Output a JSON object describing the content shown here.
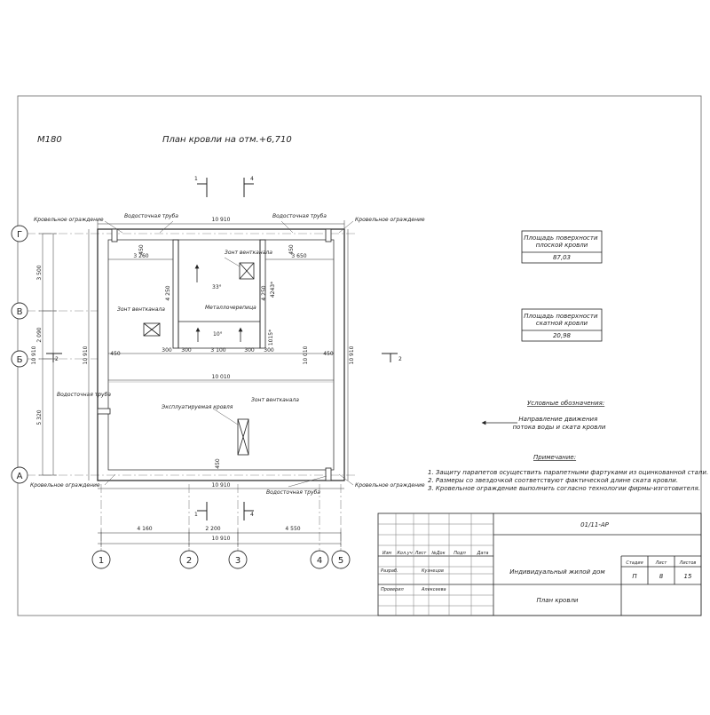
{
  "sheet": {
    "scale": "М180",
    "title": "План кровли на отм.+6,710"
  },
  "section_marks": {
    "left": "1",
    "right": "4"
  },
  "axes": {
    "rows": [
      "Г",
      "В",
      "Б",
      "А"
    ],
    "cols": [
      "1",
      "2",
      "3",
      "4",
      "5"
    ]
  },
  "section_side": "2",
  "dims": {
    "top_total": "10 910",
    "top_left": "3 260",
    "top_right": "3 650",
    "d450_a": "450",
    "d450_b": "450",
    "h4250_l": "4 250",
    "h4250_r": "4 250",
    "h4243": "4243*",
    "h1015": "1015*",
    "inner_300a": "300",
    "inner_300b": "300",
    "inner_3100": "3 100",
    "inner_300c": "300",
    "inner_300d": "300",
    "mid_10010": "10 010",
    "inner_10010_v": "10 010",
    "left_10910": "10 910",
    "left_450": "450",
    "right_450": "450",
    "right_10910": "10 910",
    "bottom_450": "450",
    "bottom_total_inner": "10 910",
    "side_3500": "3 500",
    "side_2090": "2 090",
    "side_10910": "10 910",
    "side_5320": "5 320",
    "bot_4160": "4 160",
    "bot_2200": "2 200",
    "bot_4550": "4 550",
    "bot_10910": "10 910"
  },
  "labels": {
    "guard_tl": "Кровельное ограждение",
    "drain_tl": "Водосточная труба",
    "drain_tr": "Водосточная труба",
    "guard_tr": "Кровельное ограждение",
    "vent_umbrella_top": "Зонт вентканала",
    "vent_umbrella_left": "Зонт вентканала",
    "slope_33": "33°",
    "metal_tile": "Металлочерепица",
    "slope_10": "10°",
    "drain_left": "Водосточная труба",
    "exploited_roof": "Эксплуатируемая кровля",
    "vent_umbrella_mid": "Зонт вентканала",
    "guard_bl": "Кровельное ограждение",
    "drain_br": "Водосточная труба",
    "guard_br": "Кровельное ограждение"
  },
  "area_flat": {
    "label": "Площадь поверхности плоской кровли",
    "value": "87,03"
  },
  "area_pitched": {
    "label": "Площадь поверхности скатной кровли",
    "value": "20,98"
  },
  "legend": {
    "title": "Условные обозначения:",
    "item": "Направление движения потока воды и ската кровли"
  },
  "notes": {
    "title": "Примечание:",
    "items": [
      "1. Защиту парапетов осуществить парапетными фартуками из оцинкованной стали.",
      "2. Размеры со звездочкой соответствуют фактической длине ската кровли.",
      "3. Кровельное ограждение выполнить согласно технологии фирмы-изготовителя."
    ]
  },
  "titleblock": {
    "code": "01/11-АР",
    "headers": [
      "Изм",
      "Кол.уч",
      "Лист",
      "№Док",
      "Подп",
      "Дата"
    ],
    "rows": [
      {
        "role": "Разраб.",
        "name": "Кузнецов"
      },
      {
        "role": "Проверил",
        "name": "Алексеева"
      }
    ],
    "project": "Индивидуальный жилой дом",
    "sheet_name": "План кровли",
    "stage_h": "Стадия",
    "sheet_h": "Лист",
    "sheets_h": "Листов",
    "stage": "П",
    "sheet": "8",
    "sheets": "15"
  }
}
